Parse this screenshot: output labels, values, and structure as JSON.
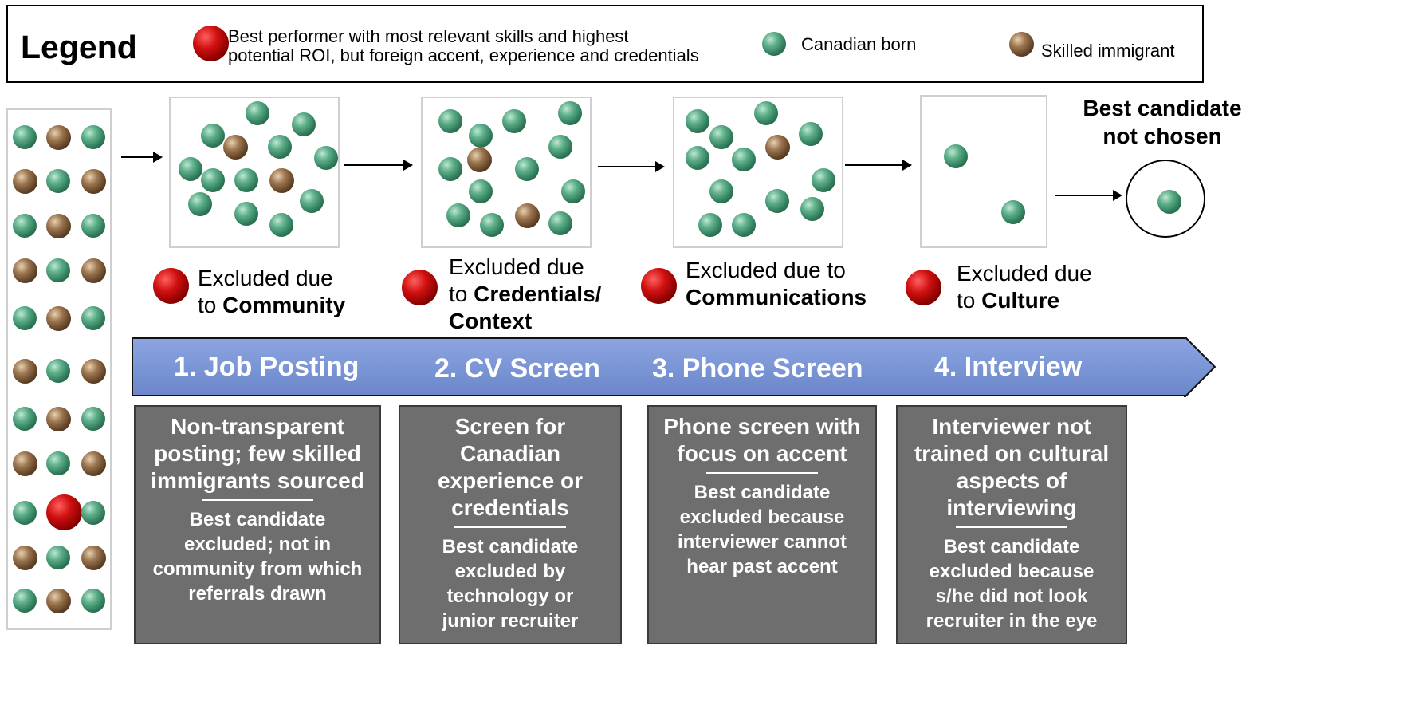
{
  "legend": {
    "title": "Legend",
    "best_performer_line1": "Best performer with most relevant skills and highest",
    "best_performer_line2": "potential ROI, but foreign accent, experience and credentials",
    "canadian_born": "Canadian born",
    "skilled_immigrant": "Skilled immigrant"
  },
  "colors": {
    "canadian_born": "#2f7a58",
    "skilled_immigrant": "#5e4025",
    "best_performer": "#d01010",
    "process_arrow": "#7b96d6",
    "stage_box": "#6e6e6e"
  },
  "exclusions": [
    {
      "line1": "Excluded due",
      "prefix2": "to ",
      "bold": "Community",
      "extra": ""
    },
    {
      "line1": "Excluded due",
      "prefix2": "to ",
      "bold": "Credentials/",
      "extra": "Context"
    },
    {
      "line1": "Excluded due to",
      "prefix2": "",
      "bold": "Communications",
      "extra": ""
    },
    {
      "line1": "Excluded due",
      "prefix2": "to ",
      "bold": "Culture",
      "extra": ""
    }
  ],
  "stages": [
    "1. Job Posting",
    "2. CV Screen",
    "3. Phone Screen",
    "4. Interview"
  ],
  "boxes": [
    {
      "head": [
        "Non-transparent",
        "posting; few skilled",
        "immigrants sourced"
      ],
      "sub": [
        "Best candidate",
        "excluded; not in",
        "community from which",
        "referrals drawn"
      ]
    },
    {
      "head": [
        "Screen for",
        "Canadian",
        "experience or",
        "credentials"
      ],
      "sub": [
        "Best candidate",
        "excluded by",
        "technology or",
        "junior recruiter"
      ]
    },
    {
      "head": [
        "Phone screen with",
        "focus on accent"
      ],
      "sub": [
        "Best candidate",
        "excluded because",
        "interviewer cannot",
        "hear past accent"
      ]
    },
    {
      "head": [
        "Interviewer not",
        "trained on cultural",
        "aspects of",
        "interviewing"
      ],
      "sub": [
        "Best candidate",
        "excluded because",
        "s/he did not look",
        "recruiter in the eye"
      ]
    }
  ],
  "result": {
    "line1": "Best candidate",
    "line2": "not chosen"
  }
}
